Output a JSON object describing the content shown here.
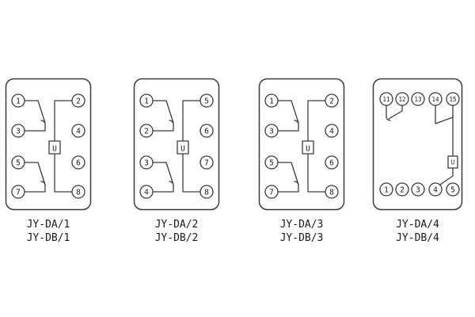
{
  "colors": {
    "ink": "#3b3b3b",
    "background": "#ffffff"
  },
  "panels": [
    {
      "label1": "JY-DA/1",
      "label2": "JY-DB/1",
      "coil": "U",
      "left": [
        "1",
        "3",
        "5",
        "7"
      ],
      "right": [
        "2",
        "4",
        "6",
        "8"
      ]
    },
    {
      "label1": "JY-DA/2",
      "label2": "JY-DB/2",
      "coil": "U",
      "left": [
        "1",
        "2",
        "3",
        "4"
      ],
      "right": [
        "5",
        "6",
        "7",
        "8"
      ]
    },
    {
      "label1": "JY-DA/3",
      "label2": "JY-DB/3",
      "coil": "U",
      "left": [
        "1",
        "3",
        "5",
        "7"
      ],
      "right": [
        "2",
        "4",
        "6",
        "8"
      ]
    },
    {
      "label1": "JY-DA/4",
      "label2": "JY-DB/4",
      "coil": "U",
      "top": [
        "11",
        "12",
        "13",
        "14",
        "15"
      ],
      "bottom": [
        "1",
        "2",
        "3",
        "4",
        "5"
      ]
    }
  ]
}
